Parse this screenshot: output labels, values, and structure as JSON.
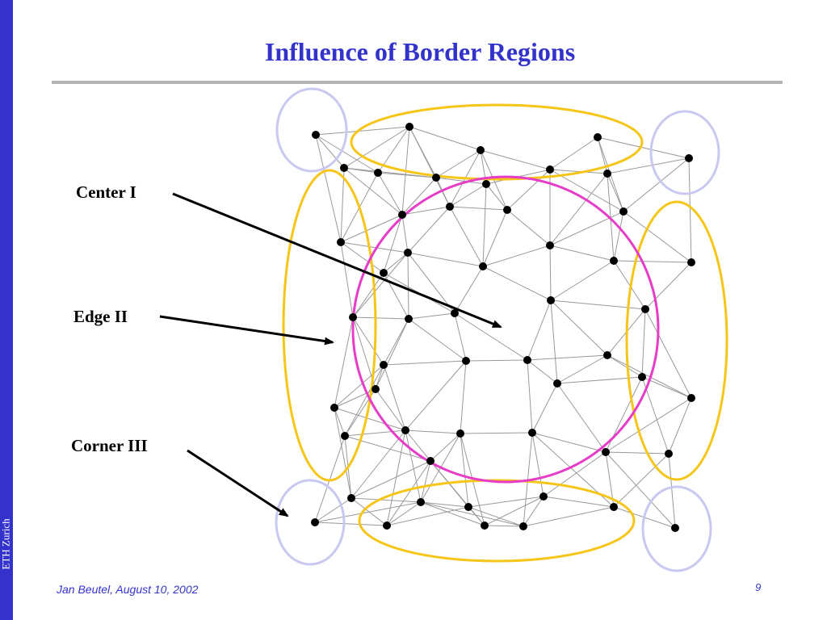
{
  "slide": {
    "title": "Influence of Border Regions",
    "sidebar_text": "ETH Zurich",
    "footer": "Jan Beutel, August 10, 2002",
    "page_number": "9"
  },
  "labels": {
    "center": "Center I",
    "edge": "Edge II",
    "corner": "Corner III"
  },
  "colors": {
    "title": "#3333cc",
    "sidebar": "#3333cc",
    "center_region": "#e63cc8",
    "edge_region": "#f5c518",
    "corner_region": "#c8c8f0",
    "network_edge": "#999999",
    "network_node": "#000000"
  }
}
